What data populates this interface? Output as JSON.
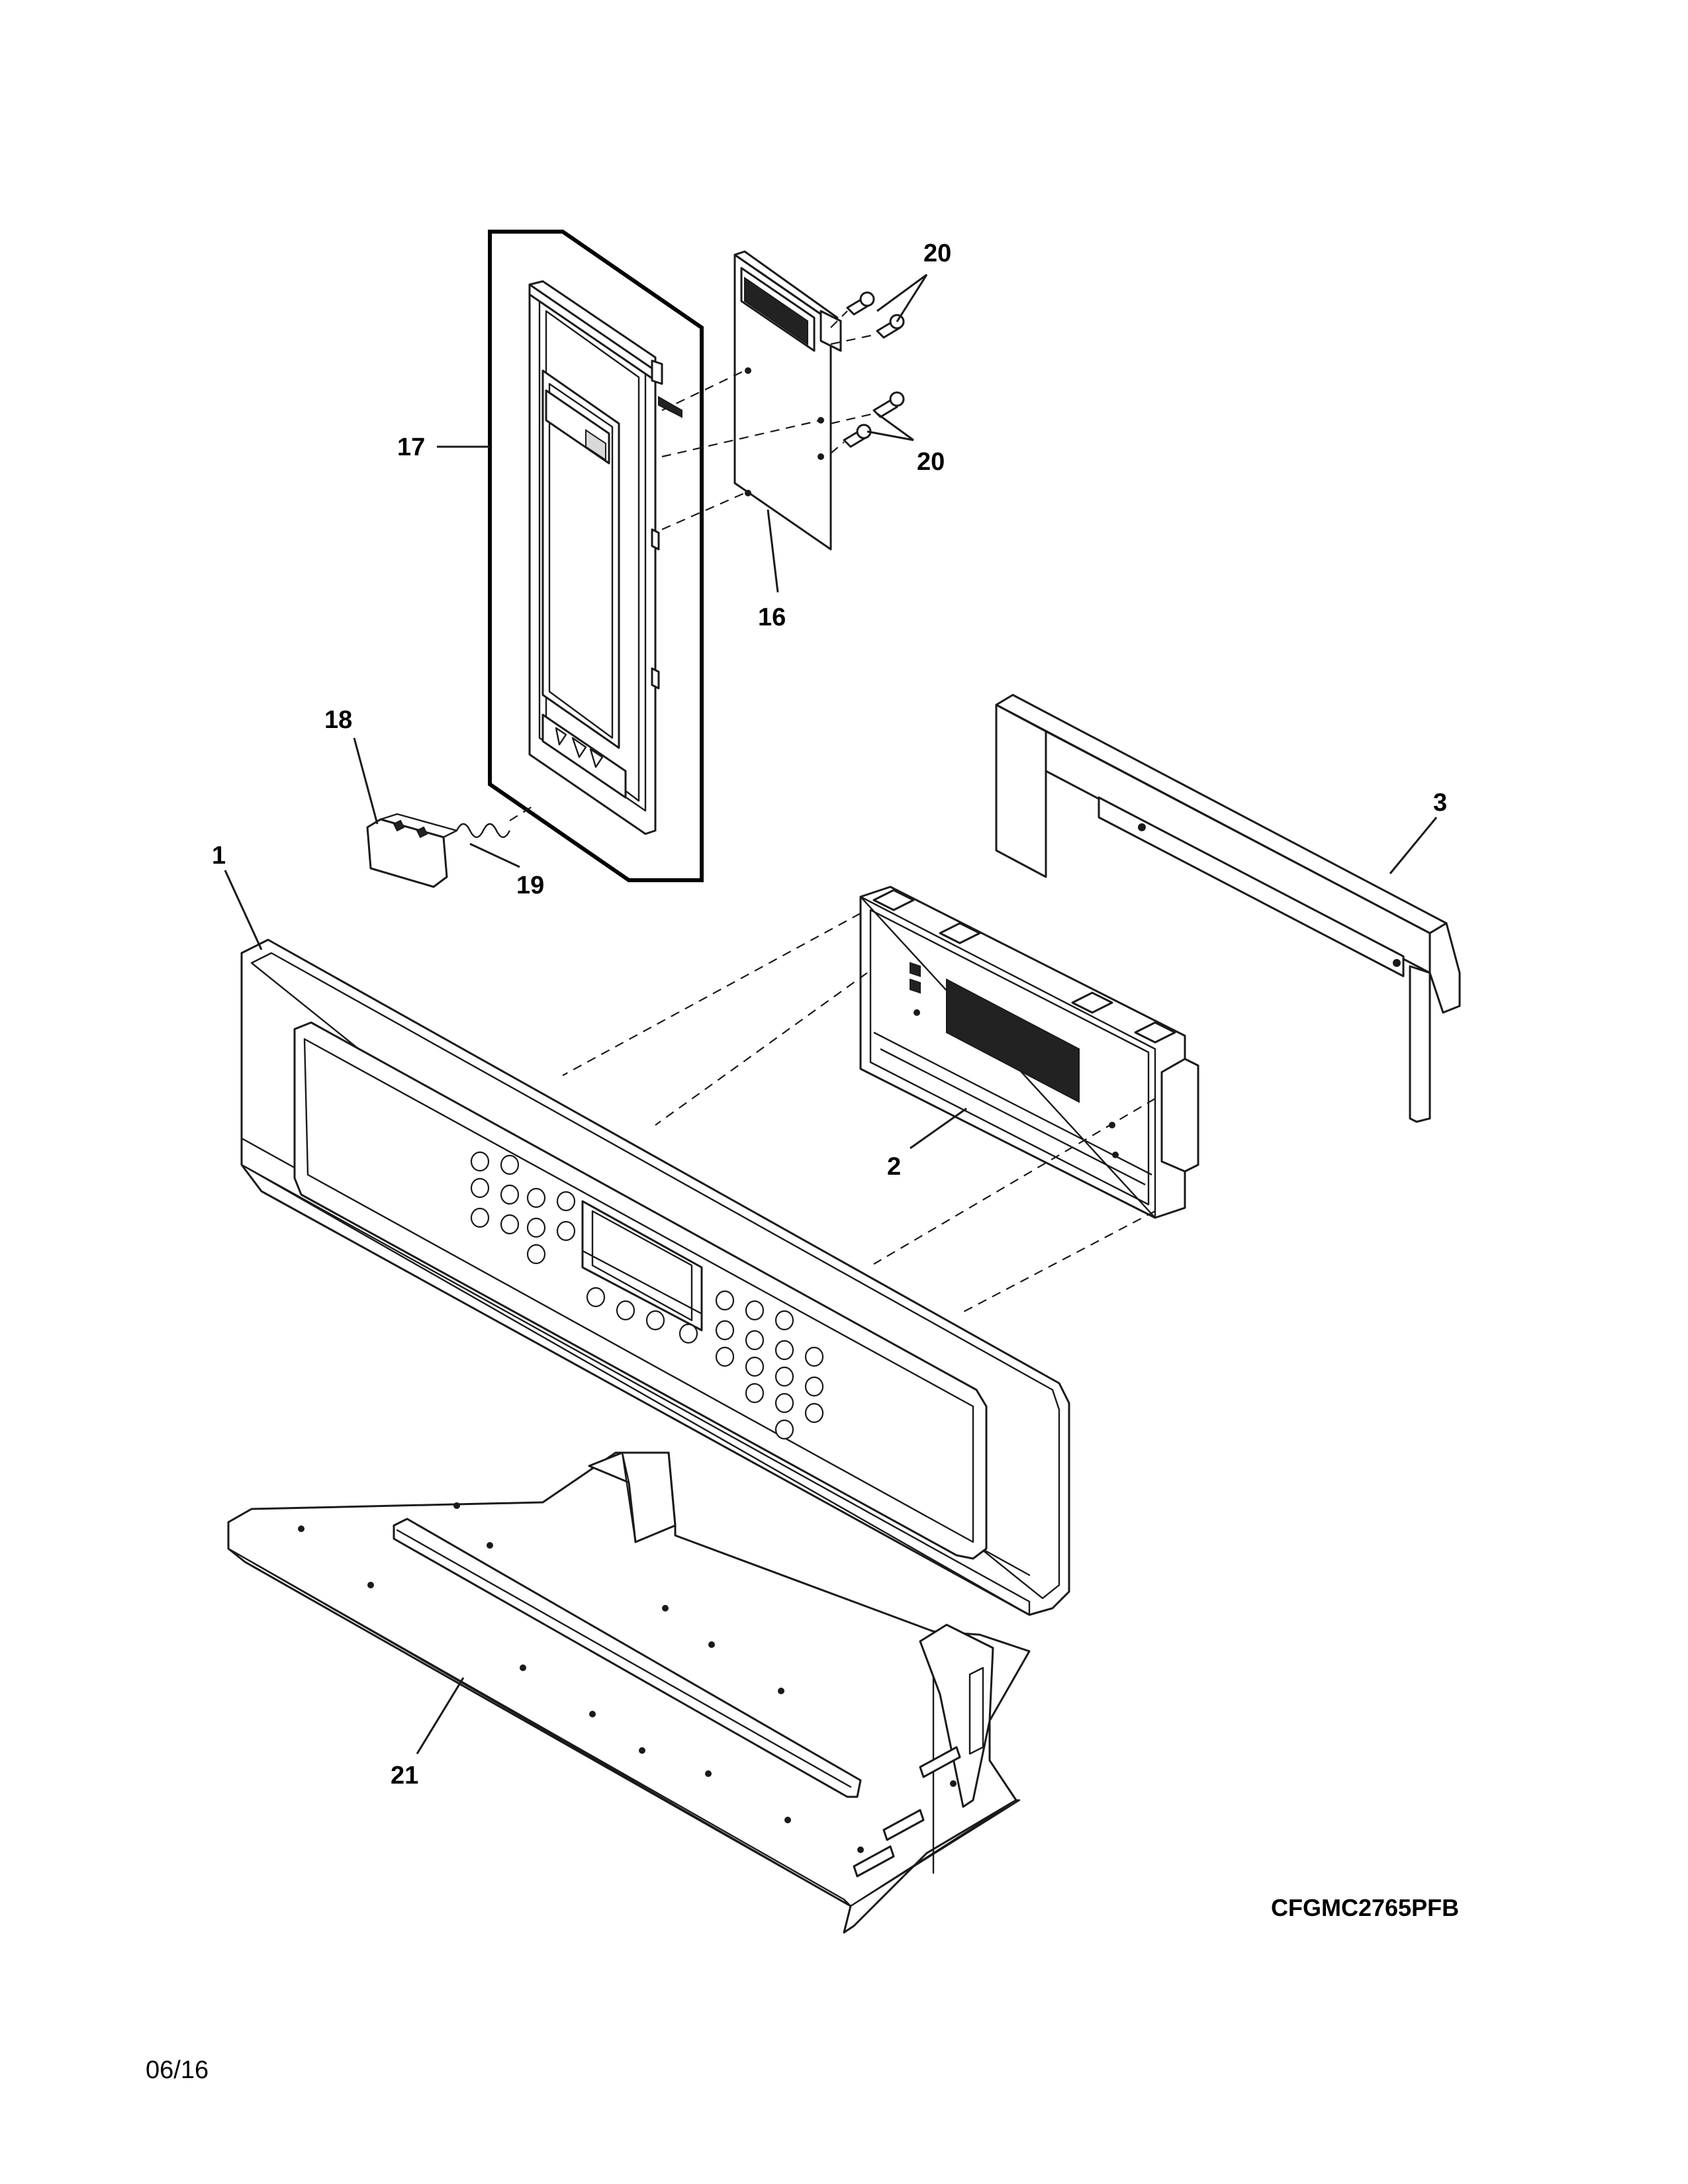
{
  "model_number": "CFGMC2765PFB",
  "date_code": "06/16",
  "callouts": {
    "part_1": "1",
    "part_2": "2",
    "part_3": "3",
    "part_16": "16",
    "part_17": "17",
    "part_18": "18",
    "part_19": "19",
    "part_20_top": "20",
    "part_20_bottom": "20",
    "part_21": "21"
  }
}
